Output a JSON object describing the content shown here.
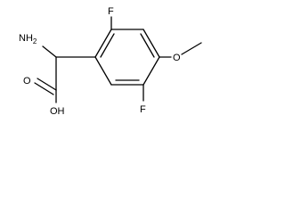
{
  "molecule": {
    "atoms": {
      "amine": "NH2",
      "amine_main": "NH",
      "amine_sub": "2",
      "hydroxyl": "OH",
      "carbonyl_oxygen": "O",
      "fluorine_top": "F",
      "fluorine_bottom": "F",
      "ether_oxygen": "O"
    }
  }
}
